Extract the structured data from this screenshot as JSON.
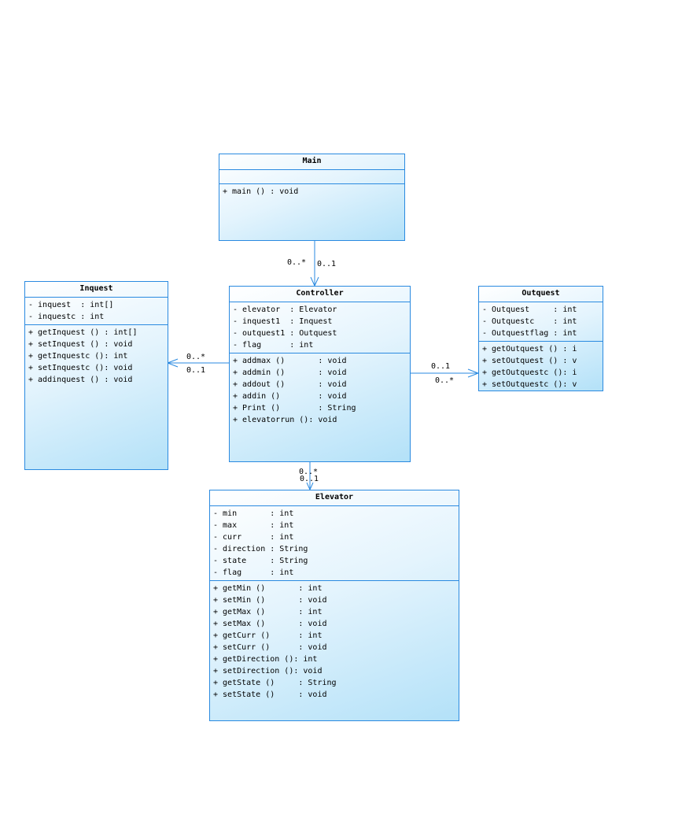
{
  "diagram": {
    "line_color": "#2a8ae0",
    "fill_top": "#ffffff",
    "fill_bottom": "#b3e1f8",
    "classes": {
      "main": {
        "name": "Main",
        "attributes": [],
        "operations": [
          "+ main () : void"
        ]
      },
      "controller": {
        "name": "Controller",
        "attributes": [
          "- elevator  : Elevator",
          "- inquest1  : Inquest",
          "- outquest1 : Outquest",
          "- flag      : int"
        ],
        "operations": [
          "+ addmax ()       : void",
          "+ addmin ()       : void",
          "+ addout ()       : void",
          "+ addin ()        : void",
          "+ Print ()        : String",
          "+ elevatorrun (): void"
        ]
      },
      "inquest": {
        "name": "Inquest",
        "attributes": [
          "- inquest  : int[]",
          "- inquestc : int"
        ],
        "operations": [
          "+ getInquest () : int[]",
          "+ setInquest () : void",
          "+ getInquestc (): int",
          "+ setInquestc (): void",
          "+ addinquest () : void"
        ]
      },
      "outquest": {
        "name": "Outquest",
        "attributes": [
          "- Outquest     : int",
          "- Outquestc    : int",
          "- Outquestflag : int"
        ],
        "operations": [
          "+ getOutquest () : i",
          "+ setOutquest () : v",
          "+ getOutquestc (): i",
          "+ setOutquestc (): v"
        ]
      },
      "elevator": {
        "name": "Elevator",
        "attributes": [
          "- min       : int",
          "- max       : int",
          "- curr      : int",
          "- direction : String",
          "- state     : String",
          "- flag      : int"
        ],
        "operations": [
          "+ getMin ()       : int",
          "+ setMin ()       : void",
          "+ getMax ()       : int",
          "+ setMax ()       : void",
          "+ getCurr ()      : int",
          "+ setCurr ()      : void",
          "+ getDirection (): int",
          "+ setDirection (): void",
          "+ getState ()     : String",
          "+ setState ()     : void"
        ]
      }
    },
    "associations": [
      {
        "from": "Main",
        "to": "Controller",
        "source_mult": "0..*",
        "target_mult": "0..1"
      },
      {
        "from": "Controller",
        "to": "Inquest",
        "source_mult": "0..1",
        "target_mult": "0..*"
      },
      {
        "from": "Controller",
        "to": "Outquest",
        "source_mult": "0..1",
        "target_mult": "0..*"
      },
      {
        "from": "Controller",
        "to": "Elevator",
        "source_mult": "0..*",
        "target_mult": "0..1"
      }
    ]
  }
}
